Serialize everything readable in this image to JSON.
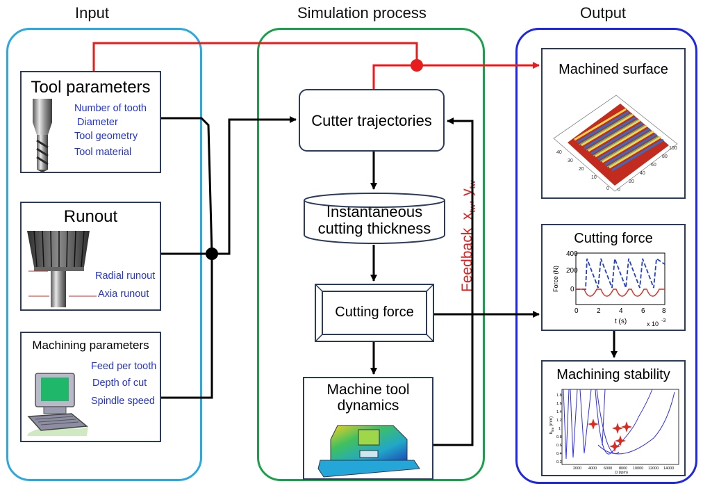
{
  "columns": {
    "input": "Input",
    "simulation": "Simulation process",
    "output": "Output"
  },
  "input": {
    "tool_parameters": {
      "title": "Tool parameters",
      "items": [
        "Number of tooth",
        "Diameter",
        "Tool geometry",
        "Tool material"
      ]
    },
    "runout": {
      "title": "Runout",
      "items": [
        "Radial runout",
        "Axia runout"
      ]
    },
    "machining_parameters": {
      "title": "Machining parameters",
      "items": [
        "Feed per tooth",
        "Depth of cut",
        "Spindle speed"
      ]
    }
  },
  "simulation": {
    "cutter_trajectories": "Cutter trajectories",
    "thickness_line1": "Instantaneous",
    "thickness_line2": "cutting thickness",
    "cutting_force": "Cutting force",
    "dynamics_line1": "Machine tool",
    "dynamics_line2": "dynamics",
    "feedback": "Feedback",
    "feedback_x": "x",
    "feedback_sep": ", y",
    "feedback_sub": "tw"
  },
  "output": {
    "machined_surface": {
      "title": "Machined surface",
      "axis_ticks_left": [
        "40",
        "30",
        "20",
        "10",
        "0"
      ],
      "axis_ticks_right": [
        "0",
        "20",
        "40",
        "60",
        "80",
        "100"
      ]
    },
    "cutting_force": {
      "title": "Cutting force",
      "y_label": "Force (N)",
      "x_label": "t (s)",
      "x_exp": "x 10",
      "x_exp_power": "-3",
      "y_ticks": [
        "400",
        "200",
        "0"
      ],
      "x_ticks": [
        "0",
        "2",
        "4",
        "6",
        "8"
      ]
    },
    "machining_stability": {
      "title": "Machining stability",
      "y_label": "b",
      "y_label_sub": "lim",
      "y_label_unit": "(mm)",
      "x_label": "Ω (rpm)",
      "y_ticks": [
        "1.8",
        "1.6",
        "1.4",
        "1.2",
        "1",
        "0.8",
        "0.6",
        "0.4",
        "0.2"
      ],
      "x_ticks": [
        "2000",
        "4000",
        "6000",
        "8000",
        "10000",
        "12000",
        "14000"
      ]
    }
  },
  "colors": {
    "input_panel": "#29a9e0",
    "simulation_panel": "#1aa04a",
    "output_panel": "#1f27e6",
    "feedback_red": "#e81c1c",
    "param_blue": "#2233dd",
    "box_border": "#2b3b5c"
  }
}
